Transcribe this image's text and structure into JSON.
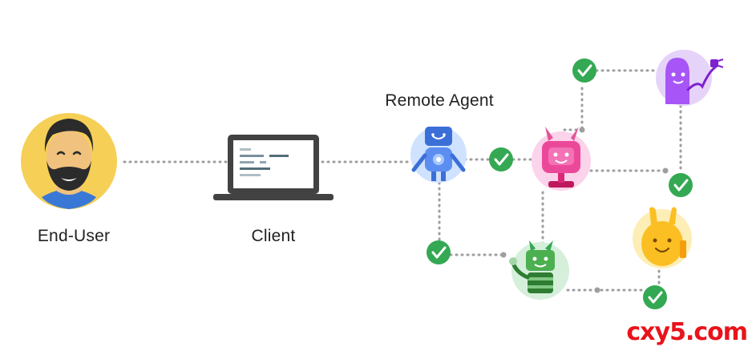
{
  "labels": {
    "end_user": "End-User",
    "client": "Client",
    "remote_agent": "Remote Agent"
  },
  "watermark": "cxy5.com",
  "colors": {
    "connector": "#9e9e9e",
    "check": "#34a853",
    "end_user_bg": "#f6cf57",
    "remote_agent_bg": "#cfe2ff",
    "pink_agent_bg": "#fbd3ea",
    "purple_agent_bg": "#e6d3fa",
    "yellow_agent_bg": "#fdeeb5",
    "green_agent_bg": "#d5efdb"
  },
  "icons": [
    "end-user-avatar",
    "laptop-icon",
    "robot-icon",
    "check-icon"
  ]
}
